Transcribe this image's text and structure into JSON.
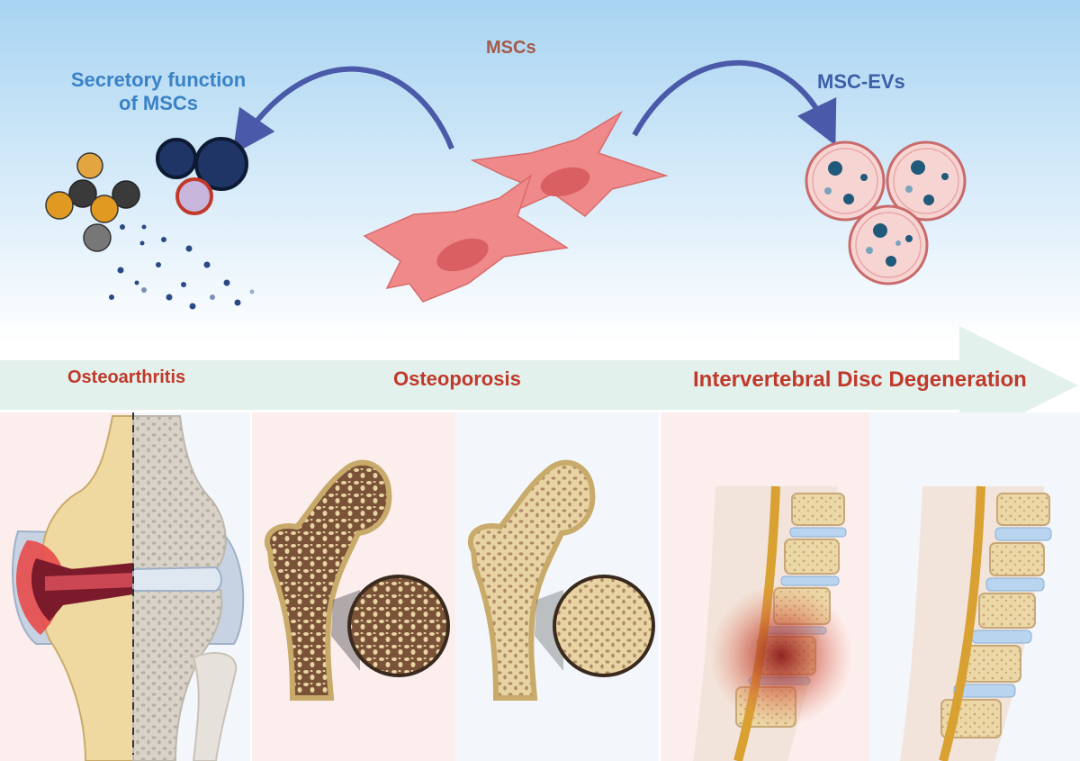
{
  "top": {
    "center_label": "MSCs",
    "left_label_line1": "Secretory function",
    "left_label_line2": "of MSCs",
    "right_label": "MSC-EVs"
  },
  "diseases": {
    "first": "Osteoarthritis",
    "second": "Osteoporosis",
    "third": "Intervertebral Disc Degeneration"
  },
  "colors": {
    "sky_top": "#a8d4f2",
    "cell": "#f08a8a",
    "nucleus": "#d95f63",
    "arrow": "#4a5aa8",
    "band": "#e3f1ec",
    "disease_text": "#c0392b",
    "bone": "#f0deaa",
    "trabecular": "#7a5238"
  }
}
